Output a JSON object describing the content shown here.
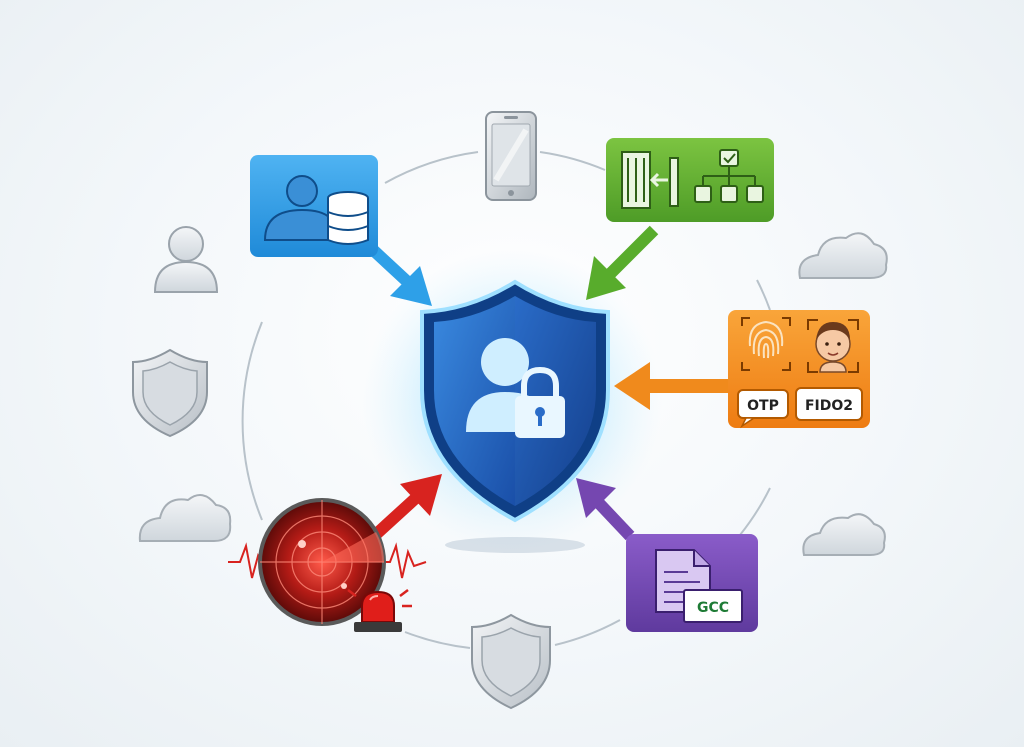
{
  "center": {
    "icon": "shield-user-lock-icon"
  },
  "nodes": {
    "identity_directory": {
      "icon": "user-database-icon",
      "color": "#2f9be5"
    },
    "access_control": {
      "icon": "gate-hierarchy-icon",
      "color": "#5aab2e"
    },
    "mfa": {
      "icon": "fingerprint-face-icon",
      "color": "#f08a1c",
      "otp_label": "OTP",
      "fido_label": "FIDO2"
    },
    "compliance": {
      "icon": "document-certificate-icon",
      "color": "#7a4bb5",
      "badge_label": "GCC"
    },
    "threat_detection": {
      "icon": "radar-alarm-icon",
      "color": "#d02020"
    }
  },
  "decorations": [
    "smartphone-icon",
    "user-icon",
    "shield-icon",
    "cloud-icon"
  ]
}
